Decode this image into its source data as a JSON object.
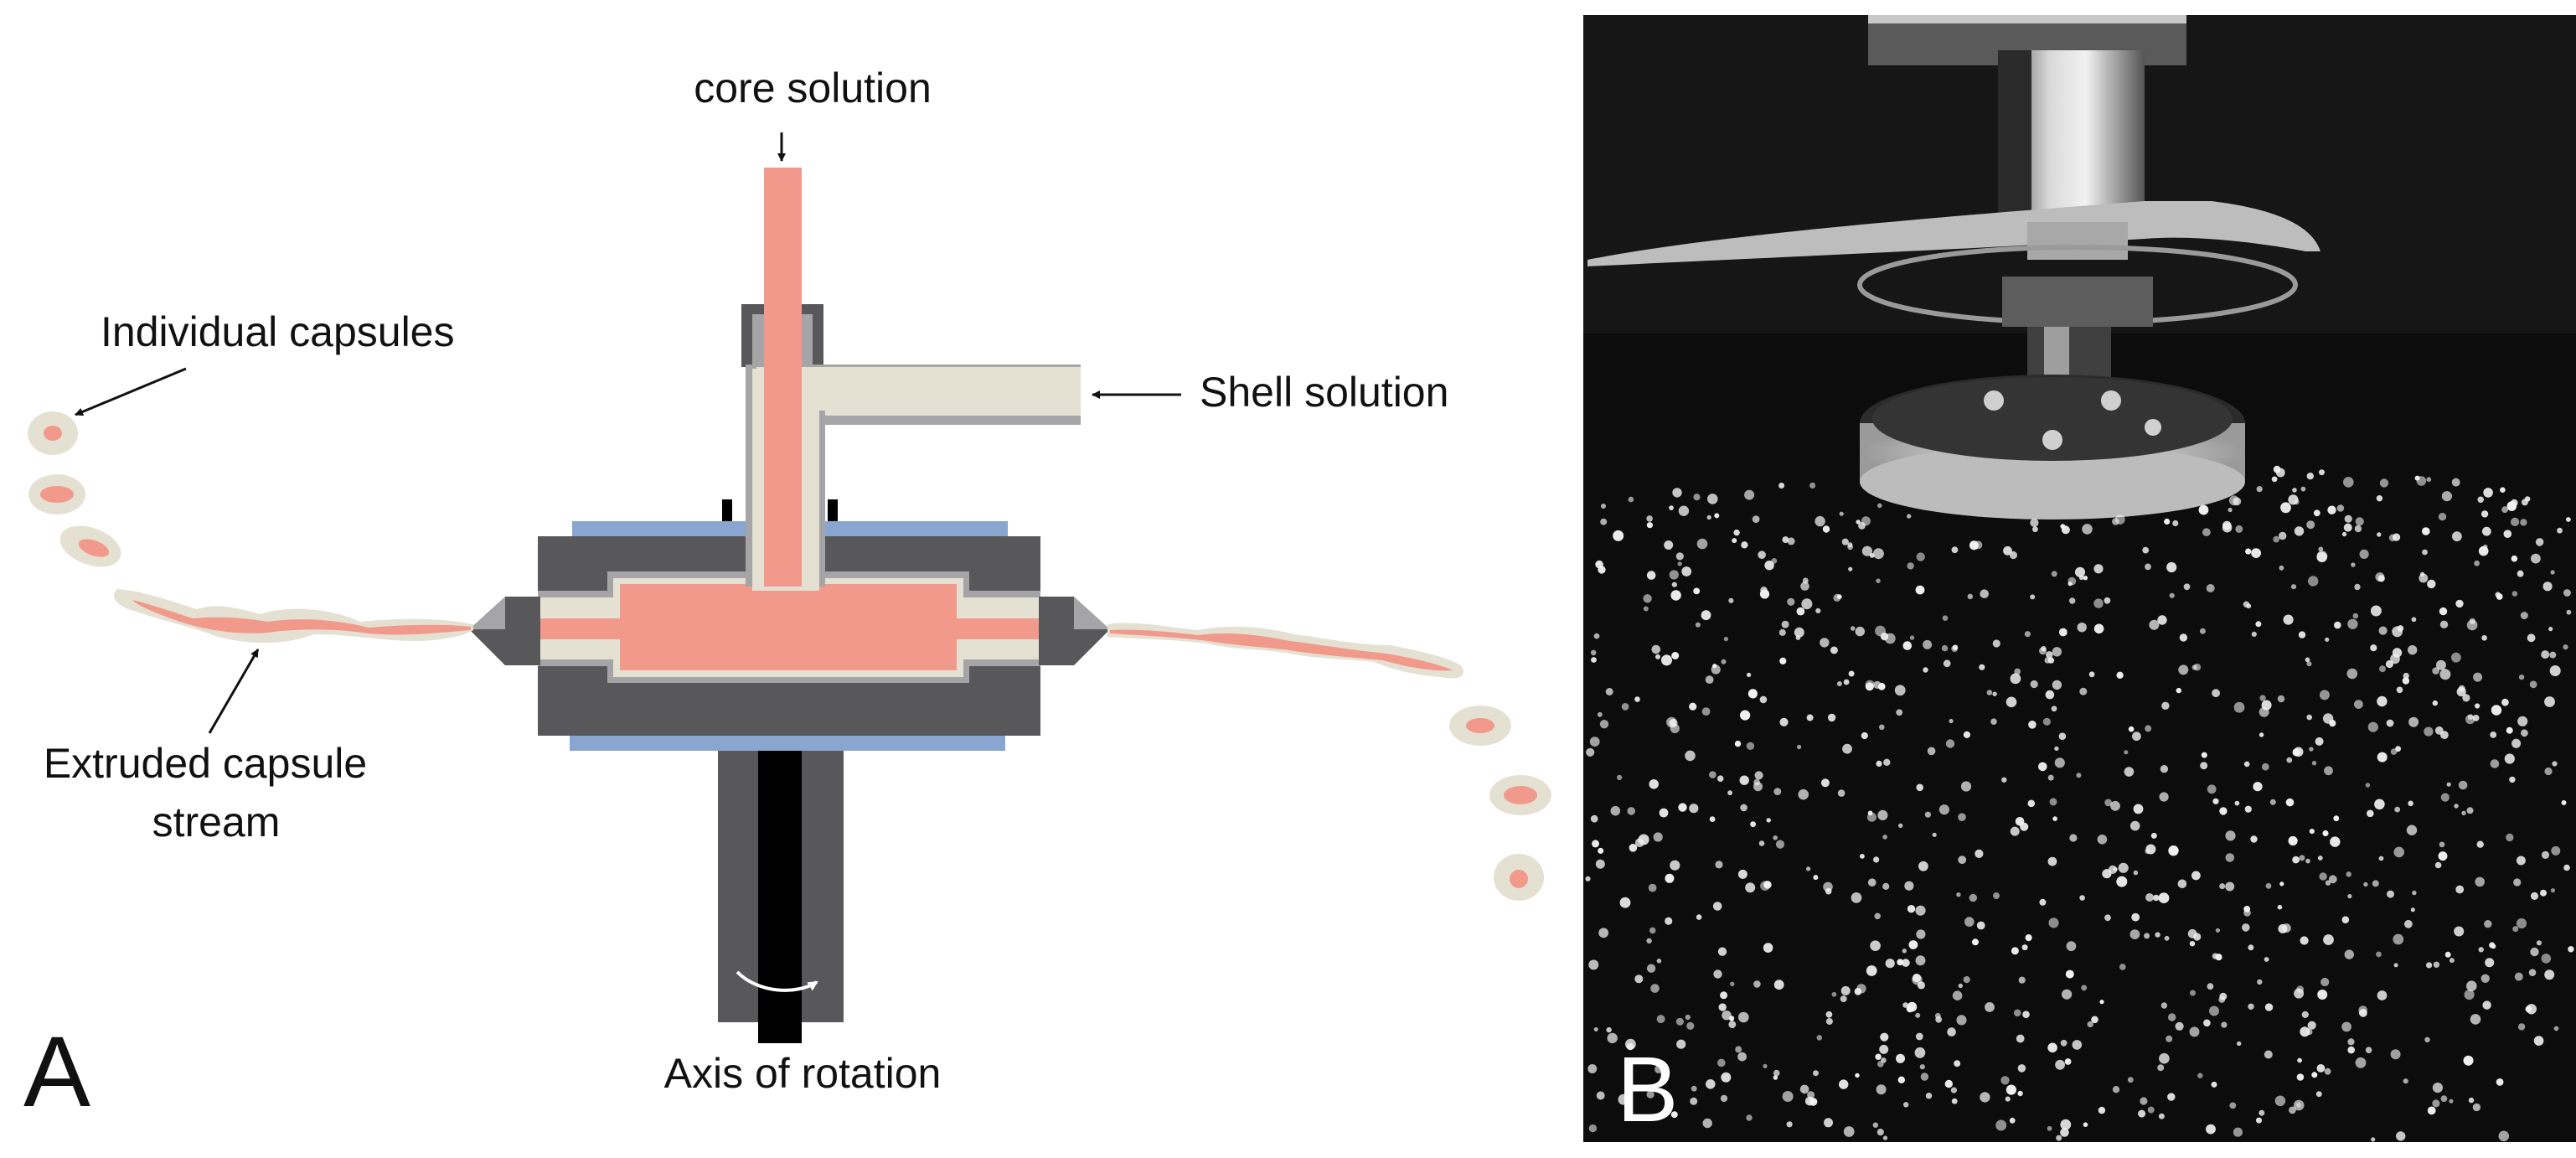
{
  "panel_a": {
    "letter": "A",
    "labels": {
      "core_solution": "core solution",
      "shell_solution": "Shell solution",
      "individual_capsules": "Individual capsules",
      "extruded_stream_line1": "Extruded capsule",
      "extruded_stream_line2": "stream",
      "axis_of_rotation": "Axis of rotation"
    }
  },
  "panel_b": {
    "letter": "B"
  },
  "colors": {
    "core": "#f19a8b",
    "shell": "#e4e1d3",
    "housing_dark": "#58585a",
    "housing_mid": "#a5a5a7",
    "shaft": "#000000",
    "plate": "#88a6cf",
    "photo_bg": "#0c0c0c",
    "droplet": "#f2f2f2"
  },
  "icons": [
    "arrow-icon",
    "rotation-arrow-icon"
  ]
}
